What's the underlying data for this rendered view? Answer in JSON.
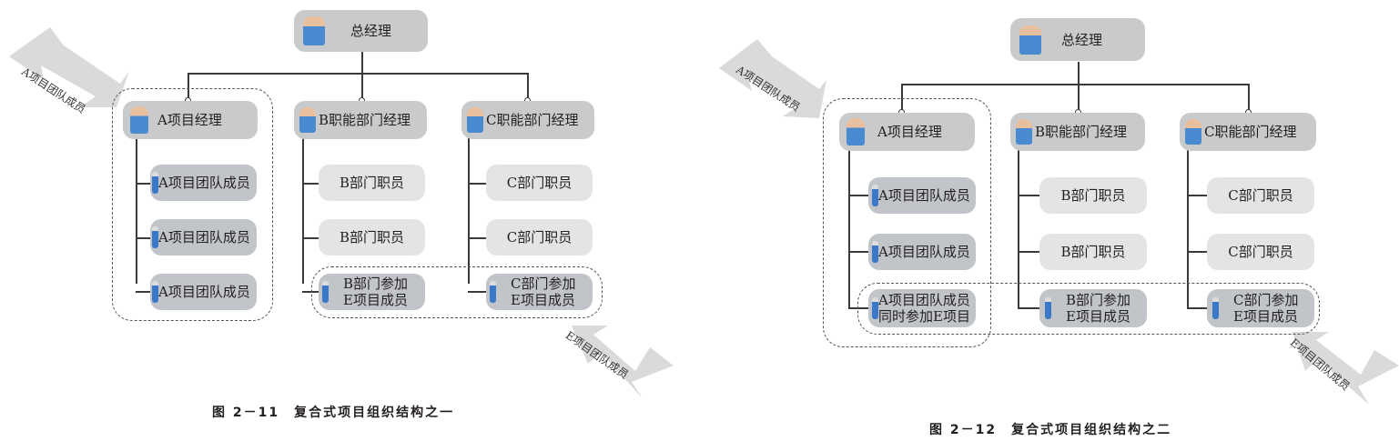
{
  "figures": [
    {
      "caption": "图 2－11　复合式项目组织结构之一",
      "top": {
        "label": "总经理",
        "icon": "manager-person-icon"
      },
      "columns": [
        {
          "head": "A项目经理",
          "members": [
            "A项目团队成员",
            "A项目团队成员",
            "A项目团队成员"
          ]
        },
        {
          "head": "B职能部门经理",
          "members": [
            "B部门职员",
            "B部门职员",
            "B部门参加\nE项目成员"
          ]
        },
        {
          "head": "C职能部门经理",
          "members": [
            "C部门职员",
            "C部门职员",
            "C部门参加\nE项目成员"
          ]
        }
      ],
      "arrow_labels": {
        "a_team": "A项目团队成员",
        "e_team": "E项目团队成员"
      }
    },
    {
      "caption": "图 2－12　复合式项目组织结构之二",
      "top": {
        "label": "总经理",
        "icon": "manager-person-icon"
      },
      "columns": [
        {
          "head": "A项目经理",
          "members": [
            "A项目团队成员",
            "A项目团队成员",
            "A项目团队成员\n同时参加E项目"
          ]
        },
        {
          "head": "B职能部门经理",
          "members": [
            "B部门职员",
            "B部门职员",
            "B部门参加\nE项目成员"
          ]
        },
        {
          "head": "C职能部门经理",
          "members": [
            "C部门职员",
            "C部门职员",
            "C部门参加\nE项目成员"
          ]
        }
      ],
      "arrow_labels": {
        "a_team": "A项目团队成员",
        "e_team": "E项目团队成员"
      }
    }
  ],
  "colors": {
    "manager_box": "#c9cacc",
    "member_box": "#c1c4c9",
    "dept_box": "#e3e4e6",
    "arrow": "#d9dadc",
    "line": "#3a3a3a"
  }
}
